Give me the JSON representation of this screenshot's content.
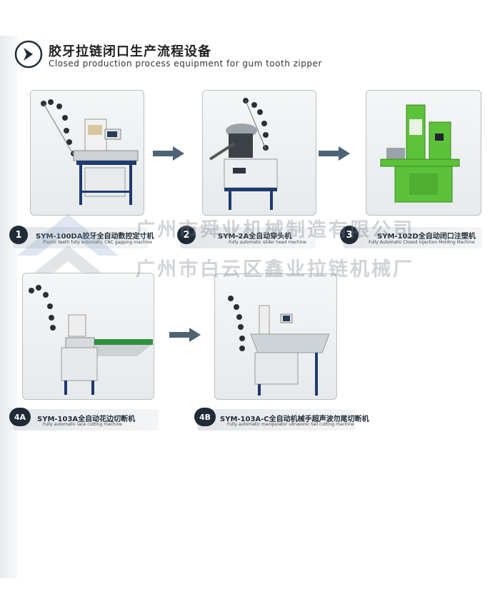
{
  "header": {
    "title_cn": "胶牙拉链闭口生产流程设备",
    "title_en": "Closed production process equipment for gum tooth zipper",
    "icon": "chevron-right-icon"
  },
  "steps": [
    {
      "badge": "1",
      "model": "SYM-100DA胶牙全自动数控定寸机",
      "desc": "Plastic teeth fully automatic CNC gapping machine",
      "image": "gapping-machine-photo"
    },
    {
      "badge": "2",
      "model": "SYM-2A全自动穿头机",
      "desc": "Fully automatic slider head machine",
      "image": "slider-machine-photo"
    },
    {
      "badge": "3",
      "model": "SYM-102D全自动闭口注塑机",
      "desc": "Fully Automatic Closed Injection Molding Machine",
      "image": "injection-machine-photo"
    },
    {
      "badge": "4A",
      "model": "SYM-103A全自动花边切断机",
      "desc": "Fully automatic lace cutting machine",
      "image": "lace-cutting-machine-photo"
    },
    {
      "badge": "4B",
      "model": "SYM-103A-C全自动机械手超声波勿尾切断机",
      "desc": "Fully automatic manipulator ultrasonic tail cutting machine",
      "image": "ultrasonic-cutting-machine-photo"
    }
  ],
  "watermark": {
    "line1": "广州市舜业机械制造有限公司",
    "line2": "广州市白云区鑫业拉链机械厂"
  },
  "colors": {
    "arrow": "#4e6475",
    "badge": "#1f2b36",
    "machine_green": "#5cc23a"
  }
}
